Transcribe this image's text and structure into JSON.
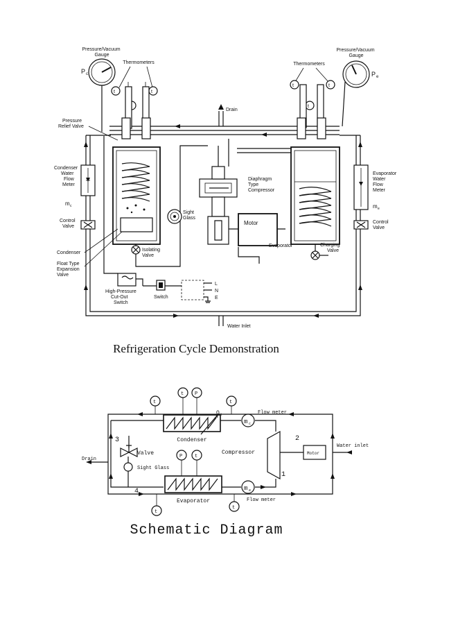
{
  "top_diagram": {
    "title": "Refrigeration Cycle Demonstration",
    "labels": {
      "gauge_left": "Pressure/Vacuum\nGauge",
      "gauge_right": "Pressure/Vacuum\nGauge",
      "pc": "P",
      "pc_sub": "c",
      "pe": "P",
      "pe_sub": "e",
      "thermometers_left": "Thermometers",
      "thermometers_right": "Thermometers",
      "drain": "Drain",
      "pressure_relief": "Pressure\nRelief Valve",
      "condenser_flow": "Condenser\nWater\nFlow\nMeter",
      "mc": "m",
      "mc_sub": "c",
      "control_valve_left": "Control\nValve",
      "condenser": "Condenser",
      "float_valve": "Float Type\nExpansion\nValve",
      "diaphragm": "Diaphragm\nType\nCompressor",
      "sight_glass": "Sight\nGlass",
      "motor": "Motor",
      "isolating": "Isolating\nValve",
      "evaporator": "Evaporator",
      "charging": "Charging\nValve",
      "evap_flow": "Evaporator\nWater\nFlow\nMeter",
      "me": "m",
      "me_sub": "e",
      "control_valve_right": "Control\nValve",
      "hp_cutout": "High-Pressure\nCut-Out\nSwitch",
      "switch": "Switch",
      "l": "L",
      "n": "N",
      "e": "E",
      "water_inlet": "Water Inlet",
      "t1": "t",
      "t2": "t",
      "t3": "t",
      "t4": "t",
      "t5": "t",
      "t6": "t"
    }
  },
  "bottom_diagram": {
    "title": "Schematic Diagram",
    "labels": {
      "condenser": "Condenser",
      "evaporator": "Evaporator",
      "compressor": "Compressor",
      "valve": "Valve",
      "sight_glass": "Sight Glass",
      "drain": "Drain",
      "motor": "Motor",
      "water_inlet": "Water inlet",
      "flow_meter_top": "Flow meter",
      "flow_meter_bottom": "Flow meter",
      "qh": "Q",
      "qh_sub": "H",
      "n1": "1",
      "n2": "2",
      "n3": "3",
      "n4": "4",
      "mc": "m",
      "mc_sub": "c",
      "me": "m",
      "me_sub": "e",
      "t": "t",
      "p": "P"
    }
  },
  "colors": {
    "ink": "#111111",
    "paper": "#ffffff"
  }
}
